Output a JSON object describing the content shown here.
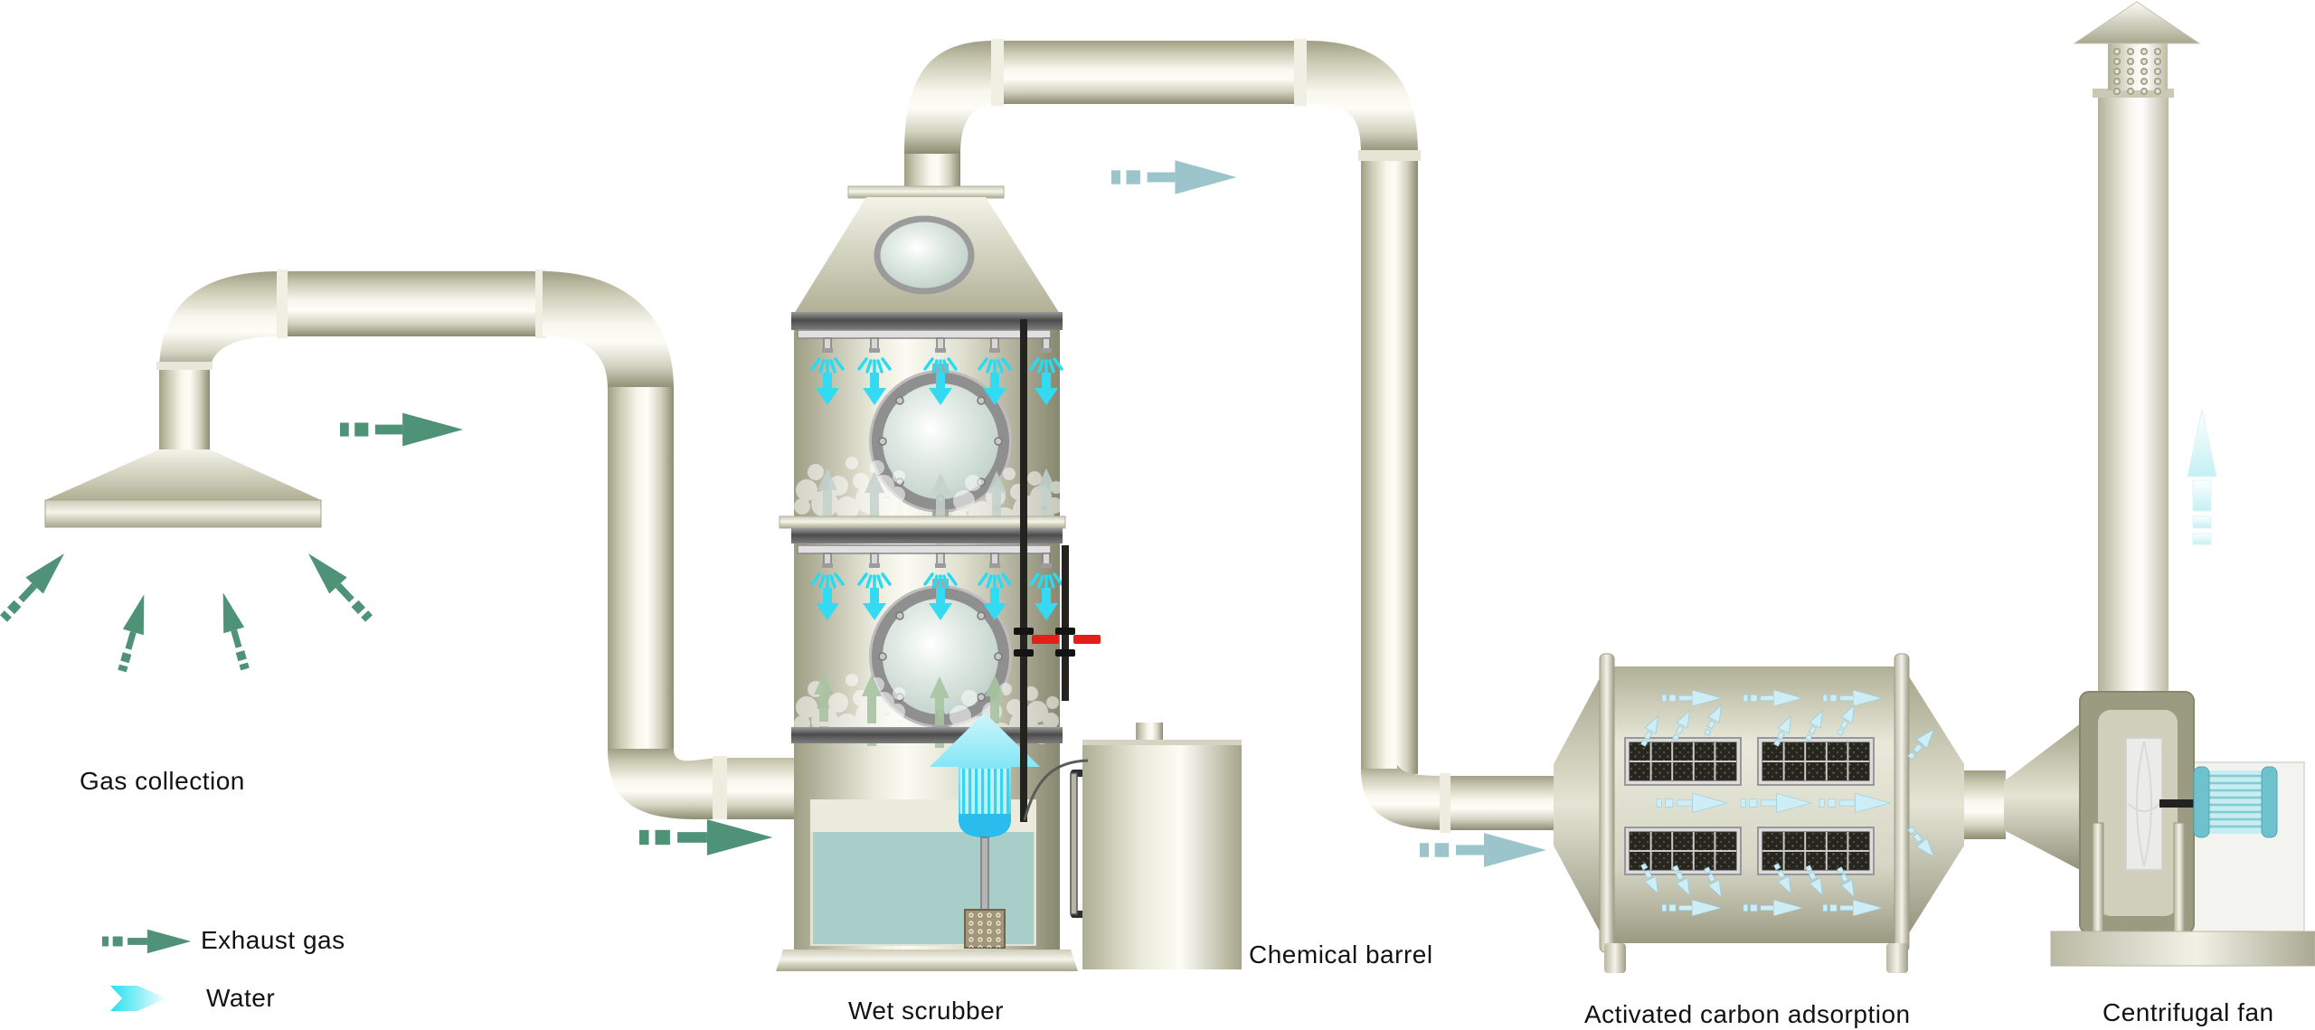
{
  "labels": {
    "gas_collection": "Gas collection",
    "wet_scrubber": "Wet scrubber",
    "chemical_barrel": "Chemical barrel",
    "activated_carbon": "Activated carbon adsorption",
    "centrifugal_fan": "Centrifugal fan"
  },
  "legend": {
    "items": [
      {
        "label": "Exhaust gas",
        "symbol": "dashed-arrow-icon",
        "color": "#4e9277"
      },
      {
        "label": "Water",
        "symbol": "gradient-arrow-icon",
        "color": "#25e0ef"
      }
    ]
  },
  "colors": {
    "metal_highlight": "#fbfbf3",
    "metal_shadow": "#8c8c72",
    "exhaust_gas_green": "#4e9277",
    "pipe_flow_teal": "#9cc5cb",
    "water_cyan": "#2fd4ef",
    "sump_water": "#a9cdc9",
    "carbon_panel_dark": "#26261f",
    "valve_handle_red": "#e32017",
    "fan_housing_olive": "#9b9b81"
  }
}
